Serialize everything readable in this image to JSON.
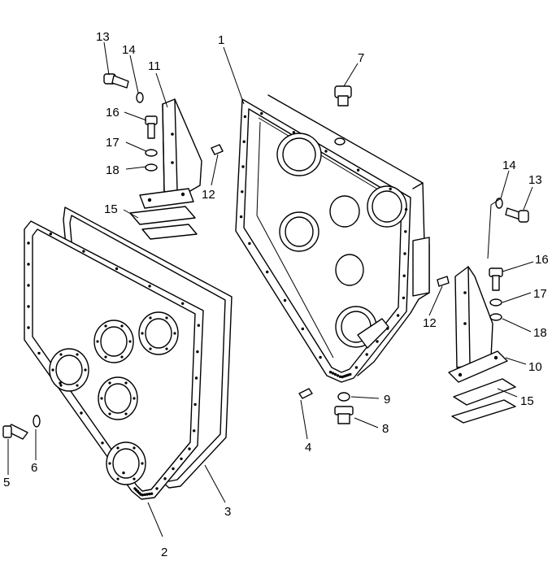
{
  "diagram": {
    "callouts": [
      {
        "id": "c1",
        "label": "1"
      },
      {
        "id": "c2",
        "label": "2"
      },
      {
        "id": "c3",
        "label": "3"
      },
      {
        "id": "c4",
        "label": "4"
      },
      {
        "id": "c5",
        "label": "5"
      },
      {
        "id": "c6",
        "label": "6"
      },
      {
        "id": "c7",
        "label": "7"
      },
      {
        "id": "c8",
        "label": "8"
      },
      {
        "id": "c9",
        "label": "9"
      },
      {
        "id": "c10",
        "label": "10"
      },
      {
        "id": "c11",
        "label": "11"
      },
      {
        "id": "c12a",
        "label": "12"
      },
      {
        "id": "c12b",
        "label": "12"
      },
      {
        "id": "c13a",
        "label": "13"
      },
      {
        "id": "c13b",
        "label": "13"
      },
      {
        "id": "c14a",
        "label": "14"
      },
      {
        "id": "c14b",
        "label": "14"
      },
      {
        "id": "c15a",
        "label": "15"
      },
      {
        "id": "c15b",
        "label": "15"
      },
      {
        "id": "c16a",
        "label": "16"
      },
      {
        "id": "c16b",
        "label": "16"
      },
      {
        "id": "c17a",
        "label": "17"
      },
      {
        "id": "c17b",
        "label": "17"
      },
      {
        "id": "c18a",
        "label": "18"
      },
      {
        "id": "c18b",
        "label": "18"
      }
    ]
  }
}
